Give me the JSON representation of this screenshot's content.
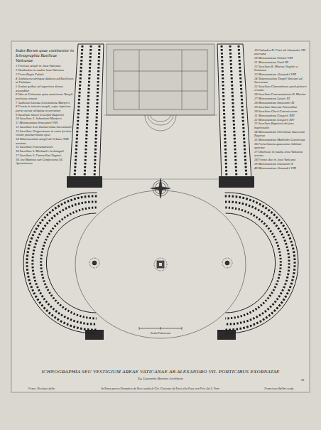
{
  "diagram": {
    "title": "ICHNOGRAPHIA SEU VESTIGIUM AREAE VATICANAE AB ALEXANDRO VII. PORTICIBUS EXORNATAE",
    "caption": "Eq. Laurentio Bernino Architecto",
    "labels": [
      "Index Rerum quae continentur in Ichnographia Basilicae Vaticanae",
      "1 Porticus templi in Area Vaticana",
      "2 Vestibulum in media Area Vaticana",
      "3 Porta Regia Palatii",
      "4 Ambulacra utrinque deducta ad Basilicam et Palatium",
      "5 Scalae quibus ad superiora domus ascenditur",
      "6 Vela et Columnae quae exteriorem Templi porticum ornant",
      "7 Aedicula Sanctae Constantiae Martyris",
      "8 Fornix in introitu templi, cujus inferiore parte sacrae reliquiae asservantur",
      "9 Sacellum Sancti Crucifixi Baptismi",
      "10 Sacellum S. Sebastiani Martyris",
      "11 Monumentum Innocentii VIII",
      "12 Sacellum S.mi Eucharistiae Sacramenti",
      "13 Sacellum Gregorianum in cuius fornice visitur pulcherrimum opus",
      "14 Tabernaculum templi ab Urbano VIII erectum",
      "15 Sacellum Praesentationis",
      "16 Sacellum S. Michaelis Archangeli",
      "17 Sacellum S. Petronillae Virginis",
      "18 Ara Maxima sub Confessione SS. Apostolorum",
      "19 Cathedra D. Petri ab Alexandro VII exornata",
      "20 Monumentum Urbani VIII",
      "21 Monumentum Pauli III",
      "22 Sacellum B. Mariae Virginis a Columna",
      "23 Monumentum Alexandri VIII",
      "24 Tabernaculum Templi Vaticani ad Sacrarium",
      "25 Sacellum Clementinum quod picturis ornatur",
      "26 Sacellum Praesentationis B. Mariae",
      "27 Monumentum Leonis XI",
      "28 Monumentum Innocentii XI",
      "29 Sacellum Sanctae Petronillae",
      "30 Sacellum Chori Canonicorum",
      "31 Monumentum Gregorii XIII",
      "32 Monumentum Gregorii XIV",
      "33 Sacellum Baptismi ubi fons baptismalis",
      "34 Monumentum Christinae Suecorum Reginae",
      "35 Monumentum Mathildis Comitissae",
      "36 Porta Sancta quae anno Jubilaei aperitur",
      "37 Obeliscus in media Area Vaticana erectus",
      "38 Fontes duo in Area Vaticana",
      "39 Monumentum Clementis X",
      "40 Monumentum Alexandri VIII",
      "Scala Palmorum",
      "Franc. Nicolaus delin.",
      "In Roma presso Domenico de Rossi erede di Gio. Giacomo de Rossi alla Pace con Priv. del S. Pont.",
      "Franciscus Bellini sculp.",
      "38"
    ]
  }
}
